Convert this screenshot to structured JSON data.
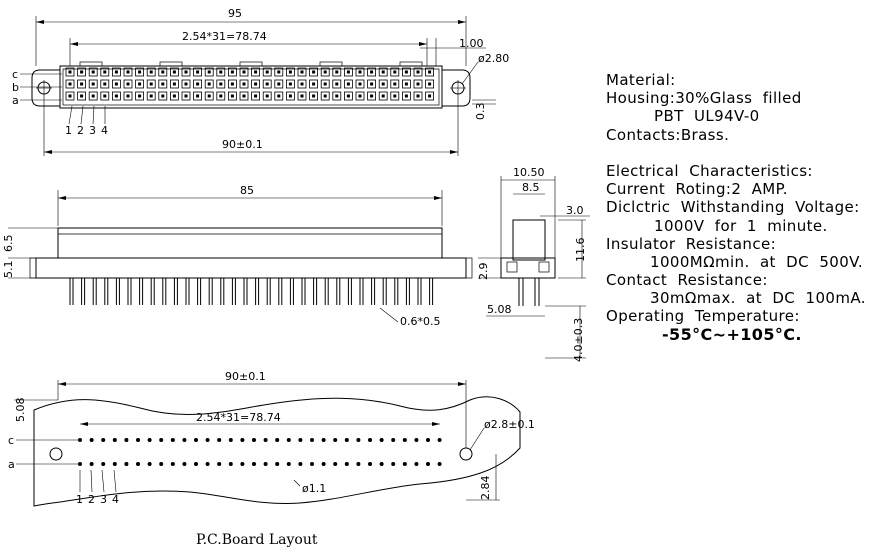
{
  "top_view": {
    "dim_overall": "95",
    "dim_pitch": "2.54*31=78.74",
    "dim_offset": "1.00",
    "dim_mount_hole": "ø2.80",
    "dim_row_spacing": "0.3",
    "dim_mount_span": "90±0.1",
    "row_labels": [
      "c",
      "b",
      "a"
    ],
    "pin_numbers": [
      "1",
      "2",
      "3",
      "4"
    ]
  },
  "side_view": {
    "dim_body_length": "85",
    "dim_body_height": "6.5",
    "dim_flange_height": "5.1",
    "dim_pin": "0.6*0.5"
  },
  "end_view": {
    "dim_width": "10.50",
    "dim_inner": "8.5",
    "dim_step": "3.0",
    "dim_height": "11.6",
    "dim_flange": "2.9",
    "dim_pin_pitch": "5.08",
    "dim_pin_length": "4.0±0.3"
  },
  "pcb_layout": {
    "dim_hole_span": "90±0.1",
    "dim_pitch": "2.54*31=78.74",
    "dim_row_spacing": "5.08",
    "dim_mount_hole": "ø2.8±0.1",
    "dim_pin_hole": "ø1.1",
    "dim_offset": "2.84",
    "row_labels": [
      "c",
      "a"
    ],
    "pin_numbers": [
      "1",
      "2",
      "3",
      "4"
    ],
    "caption": "P.C.Board Layout"
  },
  "specs": {
    "material_heading": "Material:",
    "housing_line1": "Housing:30%Glass  filled",
    "housing_line2": "PBT  UL94V-0",
    "contacts": "Contacts:Brass.",
    "electrical_heading": "Electrical  Characteristics:",
    "current": "Current  Roting:2  AMP.",
    "dielectric": "Diclctric  Withstanding  Voltage:",
    "dielectric_value": "1000V  for  1  minute.",
    "insulator": "Insulator  Resistance:",
    "insulator_value": "1000MΩmin.  at  DC  500V.",
    "contact_res": "Contact  Resistance:",
    "contact_res_value": "30mΩmax.  at  DC  100mA.",
    "operating_temp": "Operating  Temperature:",
    "temp_value": "-55°C~+105°C."
  }
}
